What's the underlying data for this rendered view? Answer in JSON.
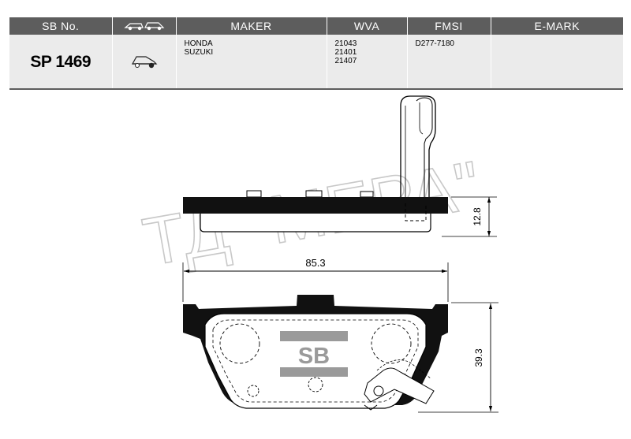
{
  "table": {
    "headers": {
      "sb_no": "SB No.",
      "maker": "MAKER",
      "wva": "WVA",
      "fmsi": "FMSI",
      "emark": "E-MARK"
    },
    "row": {
      "sb_no": "SP 1469",
      "makers": [
        "HONDA",
        "SUZUKI"
      ],
      "wva": [
        "21043",
        "21401",
        "21407"
      ],
      "fmsi": "D277-7180",
      "emark": ""
    }
  },
  "drawing": {
    "watermark": "ТД \"МЕРА\"",
    "logo_text": "SB",
    "dimensions": {
      "thickness": "12.8",
      "width": "85.3",
      "height": "39.3"
    }
  },
  "colors": {
    "header_bg": "#5d5d5d",
    "row_bg": "#ebebeb",
    "logo_gray": "#9a9a9a",
    "watermark": "#cfcfcf"
  },
  "icons": {
    "header_icon": "car-axle-icon",
    "row_icon": "rear-axle-car-icon"
  }
}
